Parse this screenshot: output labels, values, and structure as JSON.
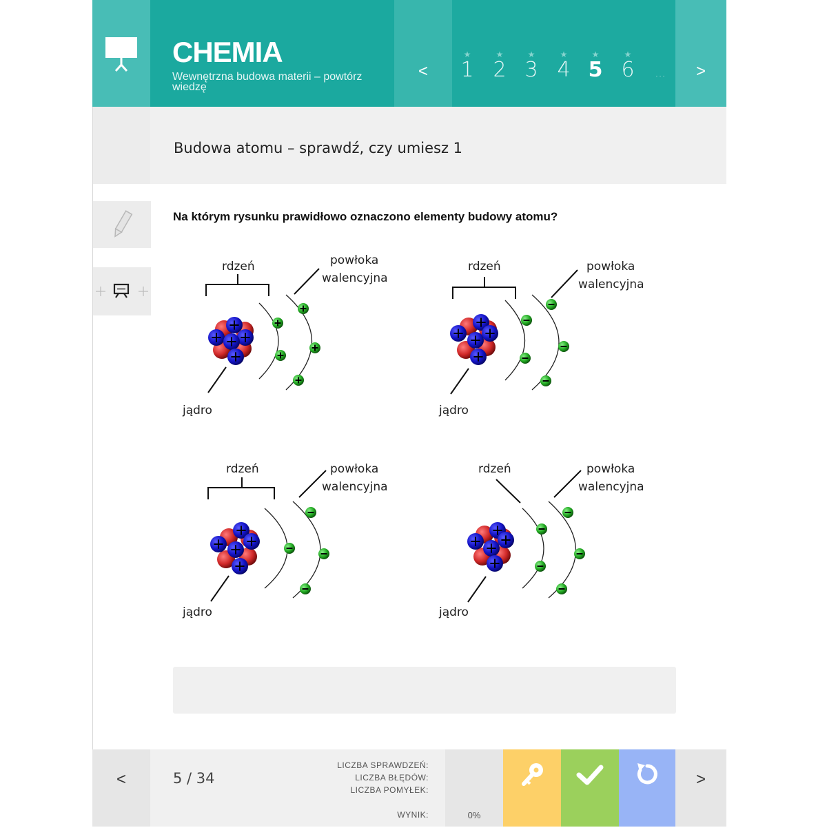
{
  "header": {
    "title": "CHEMIA",
    "subtitle": "Wewnętrzna budowa materii – powtórz wiedzę",
    "prev": "<",
    "next": ">",
    "pages": [
      "1",
      "2",
      "3",
      "4",
      "5",
      "6",
      "..."
    ],
    "star": "★",
    "active_page": "5"
  },
  "section": {
    "title": "Budowa atomu – sprawdź, czy umiesz 1"
  },
  "question": {
    "text": "Na którym rysunku prawidłowo oznaczono elementy budowy atomu?"
  },
  "figures": [
    {
      "core": "rdzeń",
      "shell_1": "powłoka",
      "shell_2": "walencyjna",
      "nucleus": "jądro",
      "electron_sign": "+"
    },
    {
      "core": "rdzeń",
      "shell_1": "powłoka",
      "shell_2": "walencyjna",
      "nucleus": "jądro",
      "electron_sign": "−"
    },
    {
      "core": "rdzeń",
      "shell_1": "powłoka",
      "shell_2": "walencyjna",
      "nucleus": "jądro",
      "electron_sign": "−"
    },
    {
      "core": "rdzeń",
      "shell_1": "powłoka",
      "shell_2": "walencyjna",
      "nucleus": "jądro",
      "electron_sign": "−"
    }
  ],
  "footer": {
    "prev": "<",
    "next": ">",
    "page_counter": "5 / 34",
    "checks_label": "LICZBA SPRAWDZEŃ:",
    "errors_label": "LICZBA BŁĘDÓW:",
    "mistakes_label": "LICZBA POMYŁEK:",
    "score_label": "WYNIK:",
    "score_value": "0%"
  },
  "colors": {
    "header": "#1daaa0",
    "key_button": "#fdd068",
    "check_button": "#9bd05c",
    "reset_button": "#98b4f6",
    "proton": "#1010c8",
    "neutron": "#d02828",
    "electron": "#22aa22"
  }
}
